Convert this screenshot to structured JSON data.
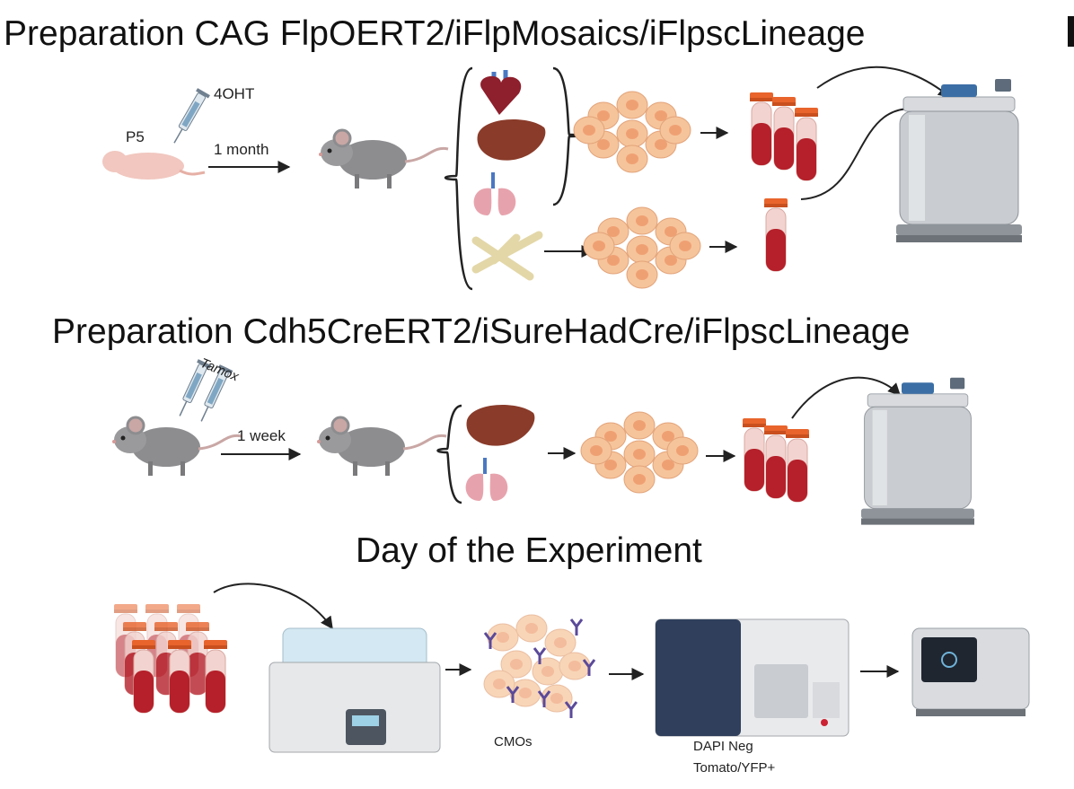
{
  "sections": [
    {
      "title": "Preparation CAG FlpOERT2/iFlpMosaics/iFlpscLineage"
    },
    {
      "title": "Preparation Cdh5CreERT2/iSureHadCre/iFlpscLineage"
    },
    {
      "title": "Day of the Experiment"
    }
  ],
  "labels": {
    "p5": "P5",
    "ohtTag": "4OHT",
    "oneMonth": "1 month",
    "tamox": "Tamox",
    "oneWeek": "1 week",
    "cmos": "CMOs",
    "dapi1": "DAPI Neg",
    "dapi2": "Tomato/YFP+"
  },
  "colors": {
    "tubeCap": "#e8642c",
    "blood": "#b5202a",
    "cell": "#f6c49a",
    "cellNucleus": "#efa073",
    "mouse": "#8d8d90",
    "pup": "#f1c7bf",
    "steel": "#c9ccd0",
    "antibody": "#5b4a9a"
  }
}
